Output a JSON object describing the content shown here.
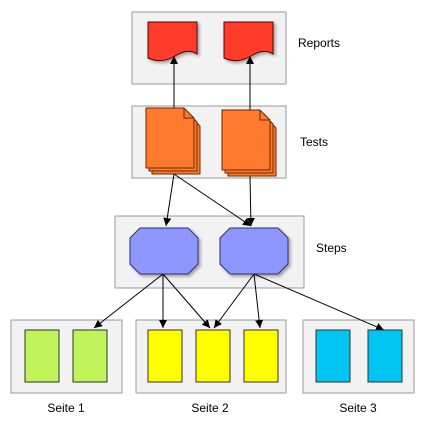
{
  "labels": {
    "reports": "Reports",
    "tests": "Tests",
    "steps": "Steps",
    "seite1": "Seite 1",
    "seite2": "Seite 2",
    "seite3": "Seite 3"
  },
  "colors": {
    "report": "#ff3b2a",
    "test": "#ff7a2e",
    "step": "#8e96ff",
    "page1": "#bff55a",
    "page2": "#ffff00",
    "page3": "#00c4f2",
    "group_fill": "#f2f2f2",
    "group_stroke": "#9a9a9a"
  }
}
